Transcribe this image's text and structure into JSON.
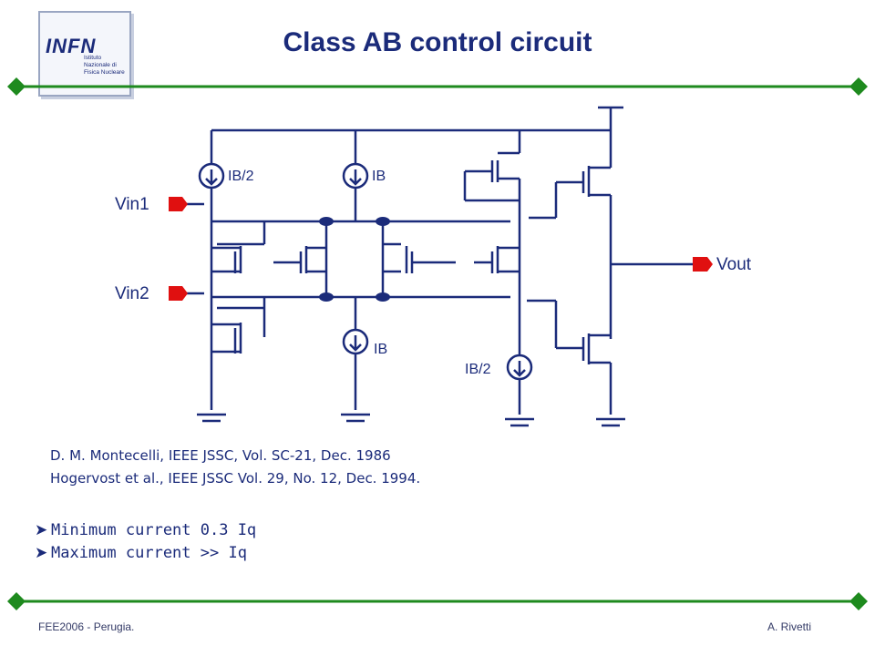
{
  "title": "Class AB control circuit",
  "logo": {
    "text": "INFN",
    "subtitle": "Istituto Nazionale di Fisica Nucleare"
  },
  "circuit": {
    "input_1": "Vin1",
    "input_2": "Vin2",
    "output": "Vout",
    "source_top_left": "IB/2",
    "source_top_mid": "IB",
    "source_bottom_mid": "IB",
    "source_bottom_right": "IB/2"
  },
  "references": [
    "D. M. Montecelli, IEEE JSSC, Vol. SC-21, Dec. 1986",
    "Hogervost et al., IEEE JSSC Vol. 29, No. 12, Dec. 1994."
  ],
  "bullets": [
    "Minimum current 0.3 Iq",
    "Maximum current >> Iq"
  ],
  "footer": {
    "left": "FEE2006 - Perugia.",
    "right": "A. Rivetti"
  },
  "colors": {
    "text": "#1b2b7a",
    "rule": "#1e8a1e",
    "wire": "#1b2b7a",
    "port": "#e01010"
  }
}
